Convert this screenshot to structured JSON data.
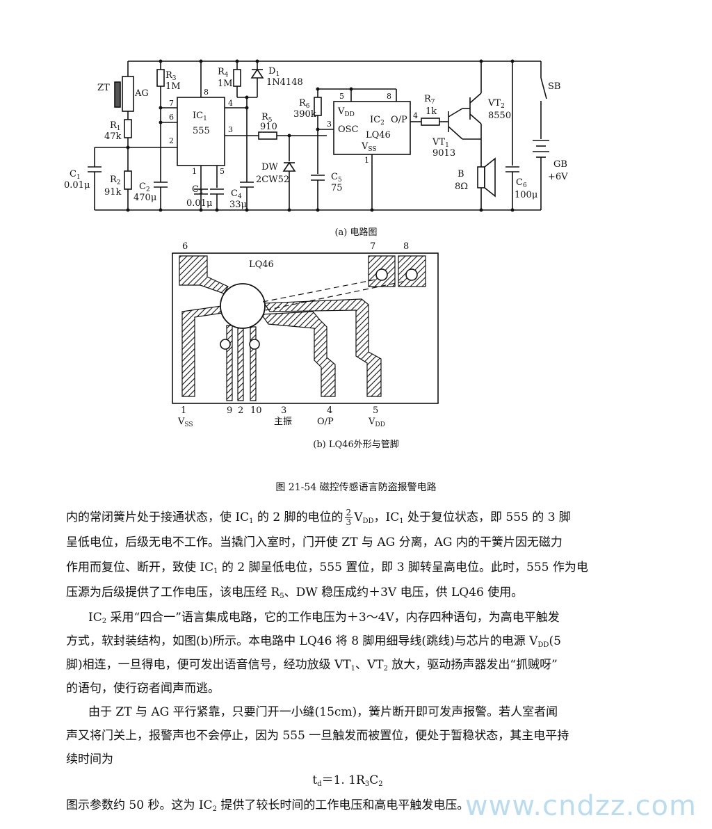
{
  "schematic": {
    "labels": {
      "zt": "ZT",
      "ag": "AG",
      "r3": "R",
      "r3s": "3",
      "r3v": "1M",
      "r4": "R",
      "r4s": "4",
      "r4v": "1M",
      "d1": "D",
      "d1s": "1",
      "d1v": "1N4148",
      "r1": "R",
      "r1s": "1",
      "r1v": "47k",
      "r2": "R",
      "r2s": "2",
      "r2v": "91k",
      "c1": "C",
      "c1s": "1",
      "c1v": "0.01μ",
      "c2": "C",
      "c2s": "2",
      "c2v": "470μ",
      "c3": "C",
      "c3s": "3",
      "c3v": "0.01μ",
      "c4": "C",
      "c4s": "4",
      "c4v": "33μ",
      "ic1": "IC",
      "ic1s": "1",
      "ic1t": "555",
      "r5": "R",
      "r5s": "5",
      "r5v": "910",
      "dw": "DW",
      "dwv": "2CW52",
      "r6": "R",
      "r6s": "6",
      "r6v": "390k",
      "c5": "C",
      "c5s": "5",
      "c5v": "75",
      "ic2": "IC",
      "ic2s": "2",
      "ic2t": "LQ46",
      "vdd": "V",
      "vdds": "DD",
      "osc": "OSC",
      "op": "O/P",
      "vss": "V",
      "vsss": "SS",
      "r7": "R",
      "r7s": "7",
      "r7v": "1k",
      "vt1": "VT",
      "vt1s": "1",
      "vt1v": "9013",
      "vt2": "VT",
      "vt2s": "2",
      "vt2v": "8550",
      "b": "B",
      "bv": "8Ω",
      "c6": "C",
      "c6s": "6",
      "c6v": "100μ",
      "sb": "SB",
      "gb": "GB",
      "gbv": "+6V",
      "pin8": "8",
      "pin7": "7",
      "pin6": "6",
      "pin2": "2",
      "pin4": "4",
      "pin3": "3",
      "pin1": "1",
      "pin5": "5",
      "ic2p5": "5",
      "ic2p8": "8",
      "ic2p3": "3",
      "ic2p4": "4",
      "ic2p1": "1"
    },
    "caption_a": "(a) 电路图"
  },
  "package": {
    "chip_label": "LQ46",
    "top_pins": [
      "6",
      "7",
      "8"
    ],
    "bottom_pins": {
      "p1": "1",
      "p1n": "V",
      "p1ns": "SS",
      "p9": "9",
      "p2": "2",
      "p10": "10",
      "p3": "3",
      "p3n": "主振",
      "p4": "4",
      "p4n": "O/P",
      "p5": "5",
      "p5n": "V",
      "p5ns": "DD"
    },
    "caption_b": "(b) LQ46外形与管脚"
  },
  "figure_caption": "图 21-54   磁控传感语言防盗报警电路",
  "body": {
    "p1_l1_a": "内的常闭簧片处于接通状态，使 IC",
    "p1_l1_s1": "1",
    "p1_l1_b": " 的 2 脚的电位的",
    "frac_num": "2",
    "frac_den": "3",
    "p1_l1_c": "V",
    "p1_l1_dd": "DD",
    "p1_l1_d": "，IC",
    "p1_l1_s2": "1",
    "p1_l1_e": " 处于复位状态，即 555 的 3 脚",
    "p1_l2": "呈低电位，后级无电不工作。当撬门入室时，门开使 ZT 与 AG 分离，AG 内的干簧片因无磁力",
    "p1_l3_a": "作用而复位、断开，致使 IC",
    "p1_l3_s": "1",
    "p1_l3_b": " 的 2 脚呈低电位，555 置位，即 3 脚转呈高电位。此时，555 作为电",
    "p1_l4_a": "压源为后级提供了工作电压，该电压经 R",
    "p1_l4_s": "5",
    "p1_l4_b": "、DW 稳压成约＋3V 电压，供 LQ46 使用。",
    "p2_l1_a": "IC",
    "p2_l1_s": "2",
    "p2_l1_b": " 采用“四合一”语言集成电路，它的工作电压为＋3～4V，内存四种语句，为高电平触发",
    "p2_l2_a": "方式，软封装结构，如图(b)所示。本电路中 LQ46 将 8 脚用细导线(跳线)与芯片的电源 V",
    "p2_l2_s": "DD",
    "p2_l2_b": "(5",
    "p2_l3_a": "脚)相连，一旦得电，便可发出语音信号，经功放级 VT",
    "p2_l3_s1": "1",
    "p2_l3_b": "、VT",
    "p2_l3_s2": "2",
    "p2_l3_c": " 放大，驱动扬声器发出“抓贼呀”",
    "p2_l4": "的语句，使行窃者闻声而逃。",
    "p3_l1": "由于 ZT 与 AG 平行紧靠，只要门开一小缝(15cm)，簧片断开即可发声报警。若人室者闻",
    "p3_l2": "声又将门关上，报警声也不会停止，因为 555 一旦触发而被置位，便处于暂稳状态，其主电平持",
    "p3_l3": "续时间为",
    "formula_a": "t",
    "formula_s1": "d",
    "formula_b": "＝1. 1R",
    "formula_s2": "3",
    "formula_c": "C",
    "formula_s3": "2",
    "p4_a": "图示参数约 50 秒。这为 IC",
    "p4_s": "2",
    "p4_b": " 提供了较长时间的工作电压和高电平触发电压。"
  },
  "watermark": "www.cndzz.com"
}
